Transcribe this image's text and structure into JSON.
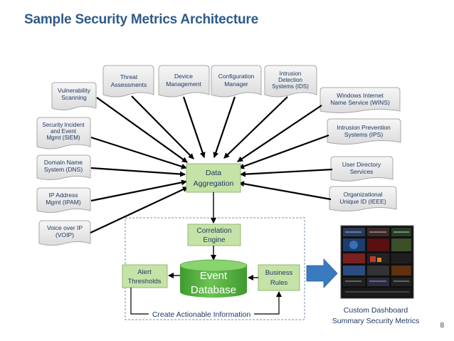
{
  "slide": {
    "title": "Sample Security Metrics Architecture",
    "page_number": "8"
  },
  "colors": {
    "title": "#2e5a8a",
    "box_green": "#c5e3a6",
    "box_border": "#8fb873",
    "cylinder_green": "#5cb344",
    "scroll_fill": "#ececec",
    "scroll_edge": "#a8a8a8",
    "arrow_blue": "#3a7abf",
    "label_text": "#1f3864"
  },
  "sources": {
    "vulnerability": [
      "Vulnerability",
      "Scanning"
    ],
    "threat": [
      "Threat",
      "Assessments"
    ],
    "device": [
      "Device",
      "Management"
    ],
    "config": [
      "Configuration",
      "Manager"
    ],
    "ids": [
      "Intrusion",
      "Detection",
      "Systems (IDS)"
    ],
    "wins": [
      "Windows Internet",
      "Name Service (WINS)"
    ],
    "siem": [
      "Security Incident",
      "and Event",
      "Mgmt (SIEM)"
    ],
    "ips": [
      "Intrusion Prevention",
      "Systems (IPS)"
    ],
    "dns": [
      "Domain Name",
      "System (DNS)"
    ],
    "user_dir": [
      "User Directory",
      "Services"
    ],
    "ipam": [
      "IP Address",
      "Mgmt (IPAM)"
    ],
    "ieee": [
      "Organizational",
      "Unique ID (IEEE)"
    ],
    "voip": [
      "Voice over IP",
      "(VOIP)"
    ]
  },
  "core": {
    "aggregation": [
      "Data",
      "Aggregation"
    ],
    "correlation": [
      "Correlation",
      "Engine"
    ],
    "database": [
      "Event",
      "Database"
    ],
    "alert": [
      "Alert",
      "Thresholds"
    ],
    "business": [
      "Business",
      "Rules"
    ],
    "actionable": "Create Actionable Information"
  },
  "dashboard": {
    "caption": [
      "Custom Dashboard",
      "Summary Security Metrics"
    ]
  }
}
